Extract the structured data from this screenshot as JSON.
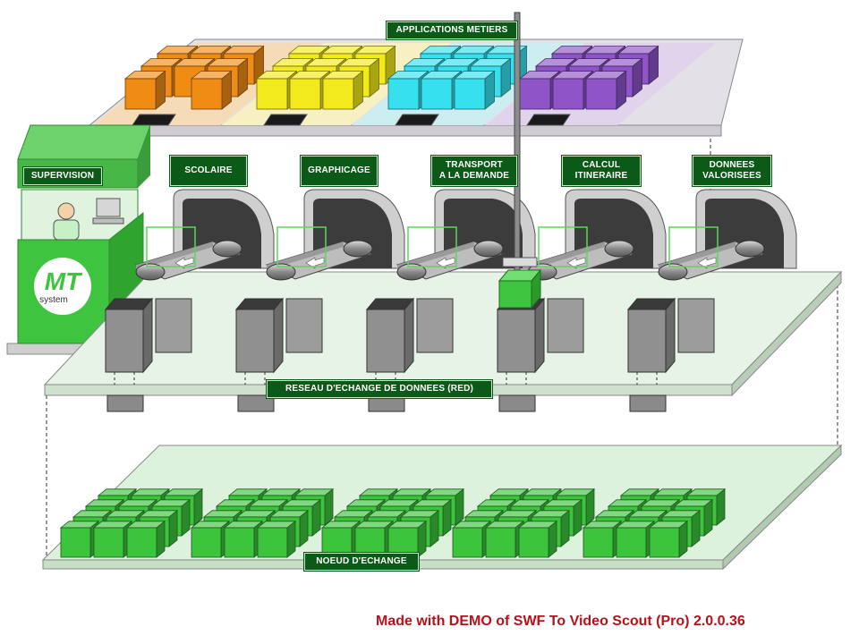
{
  "labels": {
    "apps_header": "APPLICATIONS METIERS",
    "supervision": "SUPERVISION",
    "network": "RESEAU D'ECHANGE DE DONNEES (RED)",
    "node": "NOEUD D'ECHANGE"
  },
  "modules": [
    "SCOLAIRE",
    "GRAPHICAGE",
    "TRANSPORT\nA LA DEMANDE",
    "CALCUL\nITINERAIRE",
    "DONNEES\nVALORISEES"
  ],
  "logo": {
    "text": "MT",
    "subtext": "system"
  },
  "cube_colors": [
    "#f08c14",
    "#f2ea1c",
    "#36e0ee",
    "#8e54c8"
  ],
  "accent_green": "#3cc43c",
  "label_green": "#0b5a17",
  "watermark": "Made with DEMO of SWF To Video Scout (Pro) 2.0.0.36"
}
